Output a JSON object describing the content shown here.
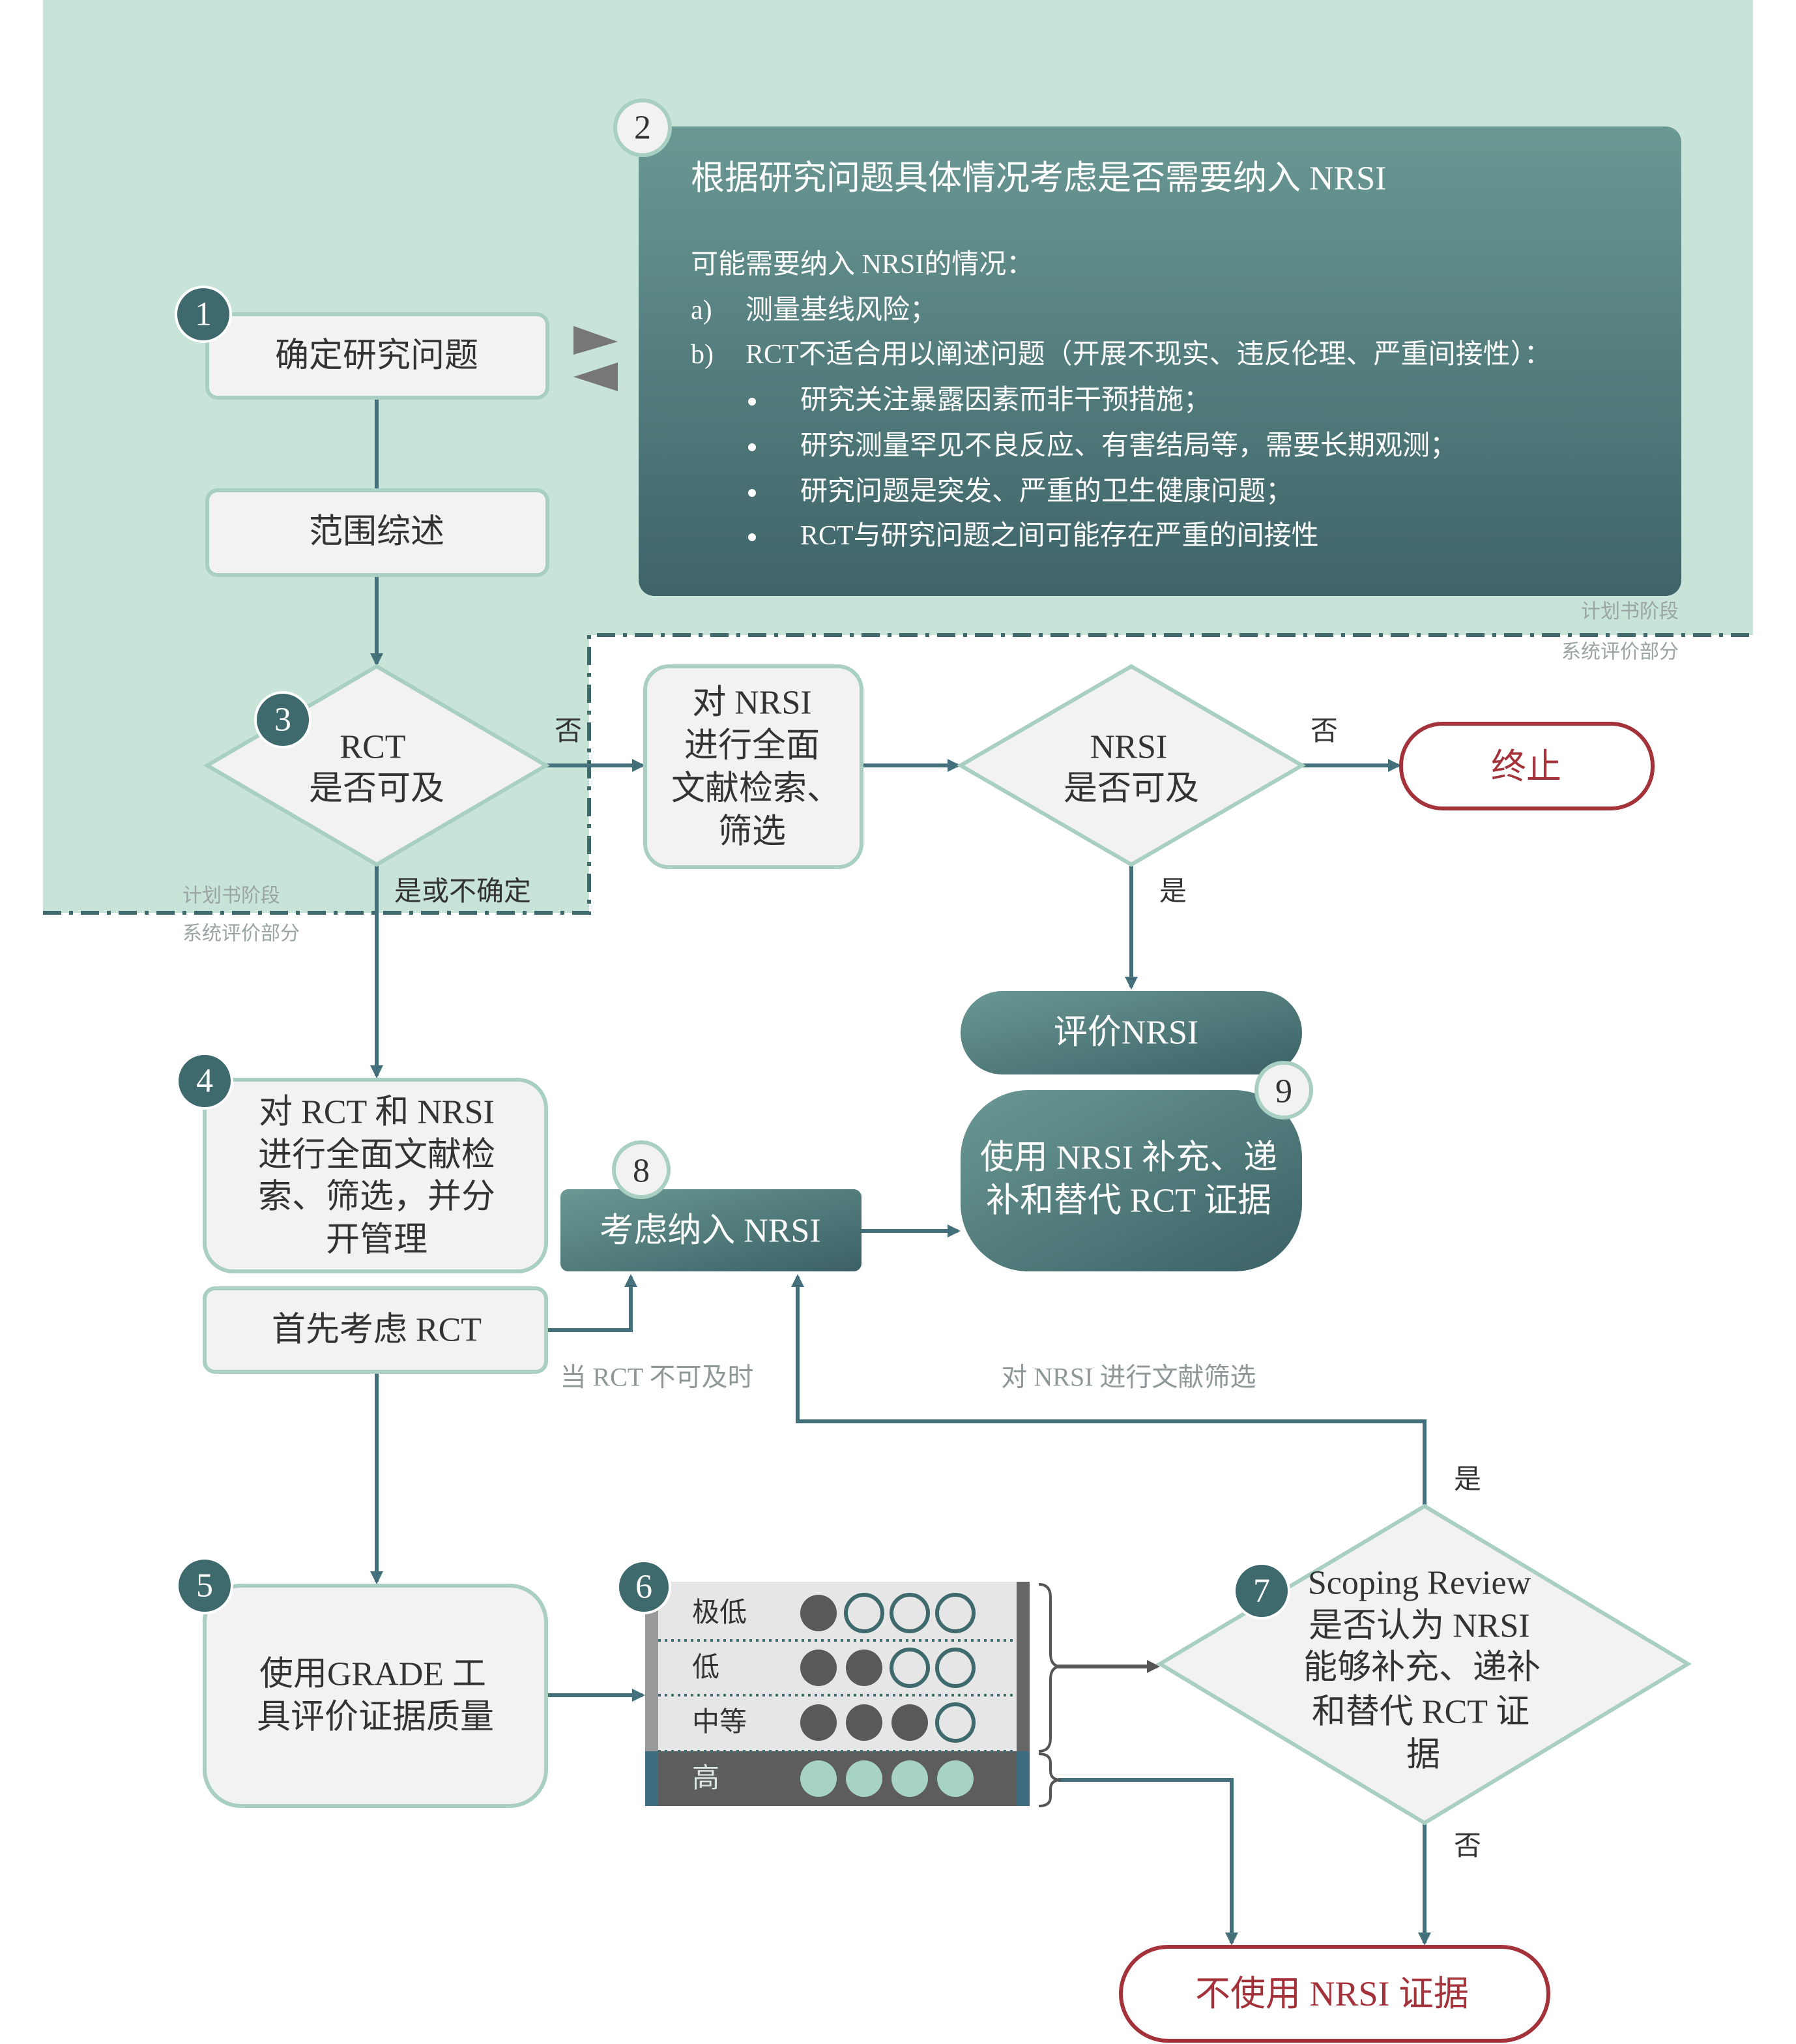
{
  "colors": {
    "background_green": "#c8e4d9",
    "teal_dark": "#3e6a6e",
    "teal_light": "#6a9893",
    "line": "#44707c",
    "box_fill": "#f2f2f2",
    "box_stroke": "#a8cfc2",
    "stop_red": "#a3323a",
    "filled_circle": "#595959",
    "high_circle": "#a6d3c5"
  },
  "diagram": {
    "section_labels": {
      "protocol_top": "计划书阶段",
      "review_top": "系统评价部分",
      "protocol_left": "计划书阶段",
      "review_left": "系统评价部分"
    },
    "step1": {
      "number": "1",
      "label": "确定研究问题"
    },
    "scoping": {
      "label": "范围综述"
    },
    "step2": {
      "number": "2",
      "title": "根据研究问题具体情况考虑是否需要纳入 NRSI",
      "intro": "可能需要纳入 NRSI的情况：",
      "items": [
        {
          "marker": "a)",
          "text": "测量基线风险；"
        },
        {
          "marker": "b)",
          "text": "RCT不适合用以阐述问题（开展不现实、违反伦理、严重间接性）："
        }
      ],
      "bullets": [
        "研究关注暴露因素而非干预措施；",
        "研究测量罕见不良反应、有害结局等，需要长期观测；",
        "研究问题是突发、严重的卫生健康问题；",
        "RCT与研究问题之间可能存在严重的间接性"
      ]
    },
    "step3": {
      "number": "3",
      "lines": [
        "RCT",
        "是否可及"
      ]
    },
    "nrsi_search": {
      "lines": [
        "对 NRSI",
        "进行全面",
        "文献检索、",
        "筛选"
      ]
    },
    "nrsi_decision": {
      "lines": [
        "NRSI",
        "是否可及"
      ]
    },
    "stop": {
      "label": "终止"
    },
    "evaluate_nrsi": {
      "label": "评价NRSI"
    },
    "step9": {
      "number": "9",
      "lines": [
        "使用 NRSI 补充、递",
        "补和替代 RCT 证据"
      ]
    },
    "step4": {
      "number": "4",
      "lines": [
        "对 RCT 和 NRSI",
        "进行全面文献检",
        "索、筛选，并分",
        "开管理"
      ]
    },
    "rct_first": {
      "label": "首先考虑 RCT"
    },
    "step8": {
      "number": "8",
      "label": "考虑纳入 NRSI"
    },
    "step5": {
      "number": "5",
      "lines": [
        "使用GRADE 工",
        "具评价证据质量"
      ]
    },
    "step6": {
      "number": "6",
      "max_circles": 4,
      "levels": [
        {
          "label": "极低",
          "filled": 1,
          "highlighted": false
        },
        {
          "label": "低",
          "filled": 2,
          "highlighted": false
        },
        {
          "label": "中等",
          "filled": 3,
          "highlighted": false
        },
        {
          "label": "高",
          "filled": 4,
          "highlighted": true
        }
      ]
    },
    "step7": {
      "number": "7",
      "lines": [
        "Scoping Review",
        "是否认为 NRSI",
        "能够补充、递补",
        "和替代 RCT 证",
        "据"
      ]
    },
    "no_nrsi": {
      "label": "不使用 NRSI 证据"
    },
    "edge_labels": {
      "rct_no": "否",
      "rct_yes_or_unsure": "是或不确定",
      "nrsi_no": "否",
      "nrsi_yes": "是",
      "rct_unavailable": "当 RCT 不可及时",
      "screen_nrsi": "对 NRSI 进行文献筛选",
      "scoping_yes": "是",
      "scoping_no": "否"
    }
  }
}
